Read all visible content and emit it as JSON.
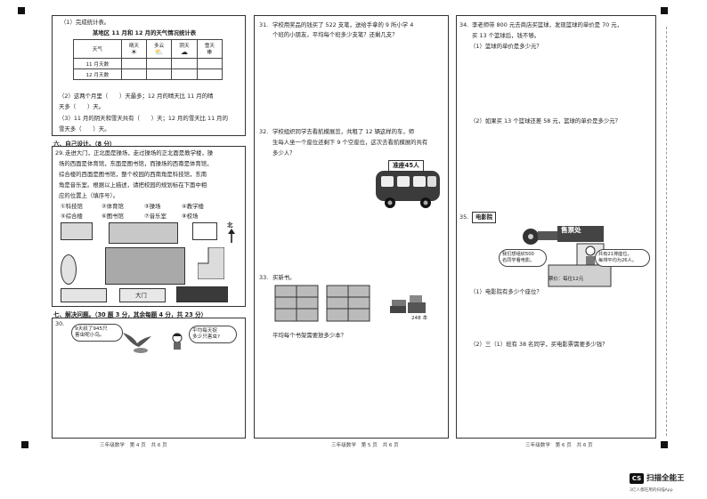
{
  "left": {
    "q_stat_intro": "（1）完成统计表。",
    "table_title": "某地区 11 月和 12 月的天气情况统计表",
    "table_header": [
      "天气",
      "晴天",
      "多云",
      "阴天",
      "雪天"
    ],
    "table_rows": [
      "11 月天数",
      "12 月天数"
    ],
    "q2_line1": "（2）这两个月里（　　）天最多；12 月的晴天比 11 月的晴",
    "q2_line2": "天多（　　）天。",
    "q3_line1": "（3）11 月的阴天和雪天共有（　　）天；12 月的雪天比 11 月的",
    "q3_line2": "雪天多（　　）天。",
    "section6": "六、自己设计。（8 分）",
    "q29_num": "29.",
    "q29_lines": [
      "走进大门，正北面是操场，走过操场的正北面是教学楼，操",
      "场的西面是体育馆，东面是图书馆，而操场的西南是体育馆，",
      "综合楼的西面是图书馆，整个校园的西南角是科技馆，东南",
      "角是音乐室。根据以上描述，请把校园的规划标在下面中相",
      "应的位置上（填序号）。"
    ],
    "options_row1": [
      "①科技馆",
      "②体育馆",
      "③操场",
      "④教学楼"
    ],
    "options_row2": [
      "⑤综合楼",
      "⑥图书馆",
      "⑦音乐室",
      "⑧校场"
    ],
    "north_label": "北",
    "gate_label": "大门",
    "section7": "七、解决问题。（30 题 3 分，其余每题 4 分，共 23 分）",
    "q30_num": "30.",
    "q30_bird_speech": "9天叔了945只\n害虫呢小鸟。",
    "q30_boy_speech": "平均每天捉\n多少只害虫?",
    "footer": "三年级数学　第 4 页　共 6 页"
  },
  "middle": {
    "q31_num": "31.",
    "q31_lines": [
      "学校用奖品的钱买了 522 支笔，送给手拿的 9 所小学 4",
      "个班的小朋友，平均每个班多少支笔？还剩几支？"
    ],
    "q32_num": "32.",
    "q32_lines": [
      "学校组织同学去看航模展览，共租了 12 辆这样的车，师",
      "生每人坐一个座位还剩下 9 个空座位，这次去看航模展的共有",
      "多少人？"
    ],
    "bus_sign": "准座45人",
    "q33_num": "33.",
    "q33_text": "买新书。",
    "books_count": "248 本",
    "q33_question": "平均每个书架需要放多少本？",
    "footer": "三年级数学　第 5 页　共 6 页"
  },
  "right": {
    "q34_num": "34.",
    "q34_lines": [
      "李老师带 800 元去商店买篮球，发现篮球的单价是 70 元，",
      "买 13 个篮球后，钱不够。"
    ],
    "q34_sub1": "（1）篮球的单价是多少元？",
    "q34_sub2": "（2）如果买 13 个篮球还差 58 元，篮球的单价是多少元？",
    "q35_num": "35.",
    "q35_title": "电影院",
    "ticket_office": "售票处",
    "ticket_price": "票价：每位12元",
    "kid_speech": "我们想组织500\n名同学看电影。",
    "clerk_speech": "共有21排座位，\n每排平均为26人。",
    "q35_sub1": "（1）电影院有多少个座位？",
    "q35_sub2": "（2）三（1）班有 38 名同学，买电影票需要多少钱？",
    "footer": "三年级数学　第 6 页　共 6 页"
  },
  "watermark": {
    "app_icon": "CS",
    "brand": "扫描全能王",
    "tagline": "3亿人都在用的扫描App"
  }
}
